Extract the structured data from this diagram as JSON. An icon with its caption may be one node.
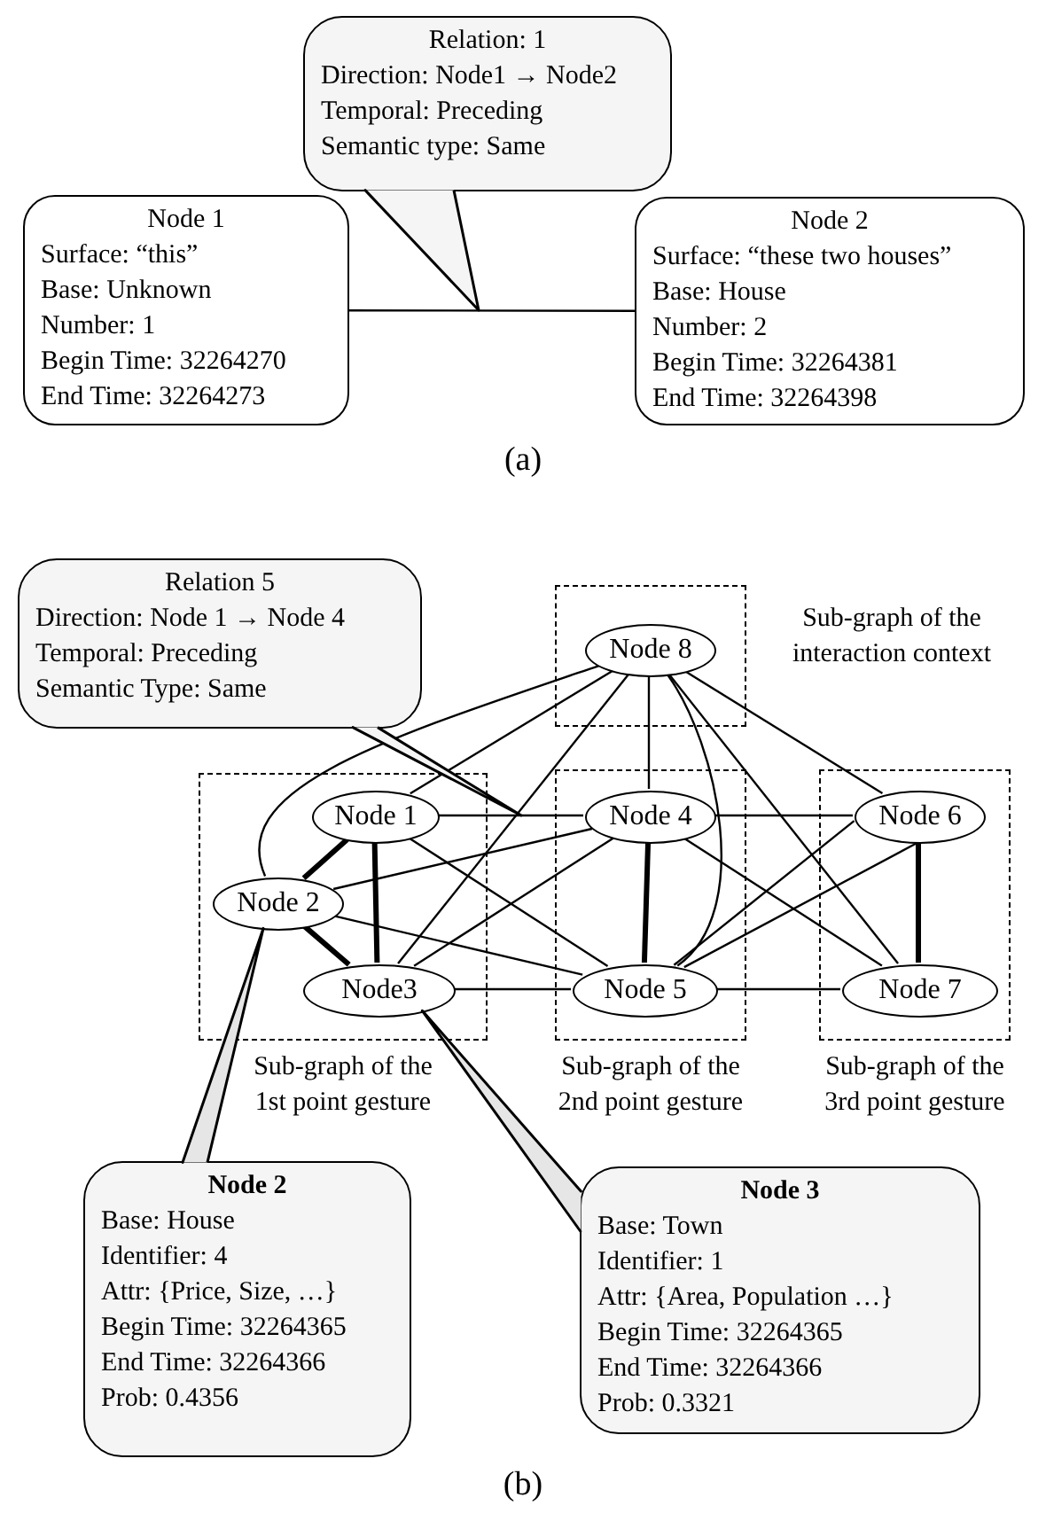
{
  "diagram": {
    "nodes": [
      {
        "text": [
          "Node 1",
          "Surface: “this”",
          "Base: Unknown",
          "Number: 1",
          "Begin Time: 32264270",
          "End Time: 32264273"
        ]
      },
      {
        "text": [
          "Relation: 1",
          "Direction: Node1 → Node2",
          "Temporal: Preceding",
          "Semantic type: Same"
        ]
      },
      {
        "text": [
          "Node 2",
          "Surface: “these two houses”",
          "Base: House",
          "Number: 2",
          "Begin Time: 32264381",
          "End Time: 32264398"
        ]
      },
      {
        "text": [
          "Relation 5",
          "Direction: Node 1 → Node 4",
          "Temporal: Preceding",
          "Semantic Type: Same"
        ]
      },
      {
        "text": [
          "Sub-graph of the interaction context"
        ]
      },
      {
        "text": [
          "Node 8"
        ],
        "in": 4
      },
      {
        "text": [
          "Sub-graph of the 1st point gesture"
        ]
      },
      {
        "text": [
          "Node 1"
        ],
        "in": 6
      },
      {
        "text": [
          "Node 2"
        ],
        "in": 6
      },
      {
        "text": [
          "Node3"
        ],
        "in": 6
      },
      {
        "text": [
          "Sub-graph of the 2nd point gesture"
        ]
      },
      {
        "text": [
          "Node 4"
        ],
        "in": 10
      },
      {
        "text": [
          "Node 5"
        ],
        "in": 10
      },
      {
        "text": [
          "Sub-graph of the 3rd point gesture"
        ]
      },
      {
        "text": [
          "Node 6"
        ],
        "in": 13
      },
      {
        "text": [
          "Node 7"
        ],
        "in": 13
      },
      {
        "text": [
          "Node 2",
          "Base: House",
          "Identifier: 4",
          "Attr: {Price, Size, …}",
          "Begin Time: 32264365",
          "End Time: 32264366",
          "Prob: 0.4356"
        ]
      },
      {
        "text": [
          "Node 3",
          "Base: Town",
          "Identifier: 1",
          "Attr: {Area, Population …}",
          "Begin Time: 32264365",
          "End Time: 32264366",
          "Prob: 0.3321"
        ]
      }
    ],
    "edges": [
      {
        "from": 0,
        "to": 2,
        "arrow": "none"
      },
      {
        "from": 1,
        "to": null,
        "arrow": "none"
      },
      {
        "from": 5,
        "to": 7,
        "arrow": "none"
      },
      {
        "from": 5,
        "to": 8,
        "arrow": "none"
      },
      {
        "from": 5,
        "to": 9,
        "arrow": "none"
      },
      {
        "from": 5,
        "to": 11,
        "arrow": "none"
      },
      {
        "from": 5,
        "to": 12,
        "arrow": "none"
      },
      {
        "from": 5,
        "to": 14,
        "arrow": "none"
      },
      {
        "from": 5,
        "to": 15,
        "arrow": "none"
      },
      {
        "from": 7,
        "to": 8,
        "arrow": "none",
        "style": "thick"
      },
      {
        "from": 7,
        "to": 9,
        "arrow": "none",
        "style": "thick"
      },
      {
        "from": 8,
        "to": 9,
        "arrow": "none",
        "style": "thick"
      },
      {
        "from": 7,
        "to": 11,
        "arrow": "none"
      },
      {
        "from": 7,
        "to": 12,
        "arrow": "none"
      },
      {
        "from": 8,
        "to": 11,
        "arrow": "none"
      },
      {
        "from": 8,
        "to": 12,
        "arrow": "none"
      },
      {
        "from": 9,
        "to": 11,
        "arrow": "none"
      },
      {
        "from": 9,
        "to": 12,
        "arrow": "none"
      },
      {
        "from": 11,
        "to": 12,
        "arrow": "none",
        "style": "thick"
      },
      {
        "from": 11,
        "to": 14,
        "arrow": "none"
      },
      {
        "from": 11,
        "to": 15,
        "arrow": "none"
      },
      {
        "from": 12,
        "to": 14,
        "arrow": "none"
      },
      {
        "from": 12,
        "to": 14,
        "arrow": "none"
      },
      {
        "from": 12,
        "to": 15,
        "arrow": "none"
      },
      {
        "from": 14,
        "to": 15,
        "arrow": "none",
        "style": "thick"
      },
      {
        "from": 3,
        "to": null,
        "arrow": "none"
      },
      {
        "from": 16,
        "to": 8,
        "arrow": "none"
      },
      {
        "from": 17,
        "to": 9,
        "arrow": "none"
      }
    ],
    "labels": [
      "(a)",
      "(b)"
    ]
  }
}
